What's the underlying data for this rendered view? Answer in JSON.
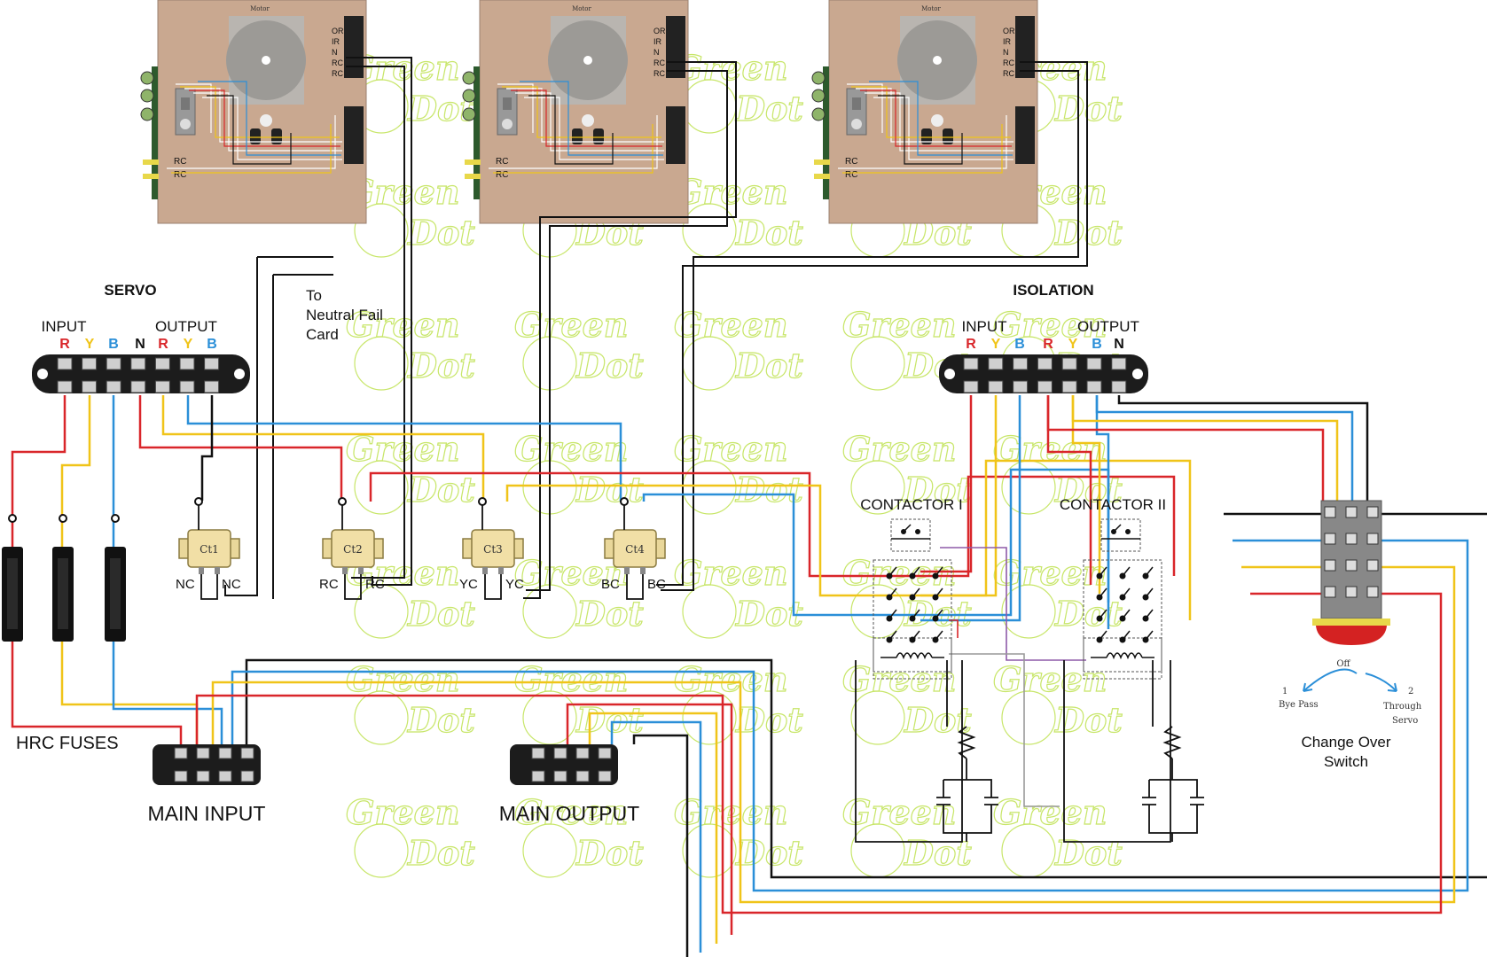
{
  "colors": {
    "red": "#d9262a",
    "yellow": "#f0c419",
    "blue": "#2b8fd8",
    "black": "#111111",
    "board": "#c9a890",
    "watermark": "#c8e66a"
  },
  "boards": [
    {
      "title": "Motor",
      "pins": [
        "OR",
        "IR",
        "N",
        "RC",
        "RC"
      ],
      "rc_labels": [
        "RC",
        "RC"
      ]
    },
    {
      "title": "Motor",
      "pins": [
        "OR",
        "IR",
        "N",
        "RC",
        "RC"
      ],
      "rc_labels": [
        "RC",
        "RC"
      ]
    },
    {
      "title": "Motor",
      "pins": [
        "OR",
        "IR",
        "N",
        "RC",
        "RC"
      ],
      "rc_labels": [
        "RC",
        "RC"
      ]
    }
  ],
  "servo": {
    "title": "SERVO",
    "input_label": "INPUT",
    "output_label": "OUTPUT",
    "phases": [
      "R",
      "Y",
      "B",
      "N",
      "R",
      "Y",
      "B"
    ]
  },
  "isolation": {
    "title": "ISOLATION",
    "input_label": "INPUT",
    "output_label": "OUTPUT",
    "phases": [
      "R",
      "Y",
      "B",
      "R",
      "Y",
      "B",
      "N"
    ]
  },
  "neutral_note": [
    "To",
    "Neutral Fail",
    "Card"
  ],
  "cts": [
    {
      "name": "Ct1",
      "left": "NC",
      "right": "NC"
    },
    {
      "name": "Ct2",
      "left": "RC",
      "right": "RC"
    },
    {
      "name": "Ct3",
      "left": "YC",
      "right": "YC"
    },
    {
      "name": "Ct4",
      "left": "BC",
      "right": "BC"
    }
  ],
  "contactors": [
    "CONTACTOR I",
    "CONTACTOR II"
  ],
  "fuses_label": "HRC FUSES",
  "main_input_label": "MAIN INPUT",
  "main_output_label": "MAIN OUTPUT",
  "switch": {
    "off": "Off",
    "pos1_num": "1",
    "pos1": "Bye Pass",
    "pos2_num": "2",
    "pos2a": "Through",
    "pos2b": "Servo",
    "title1": "Change Over",
    "title2": "Switch"
  },
  "watermark": [
    "Green",
    "Dot"
  ]
}
